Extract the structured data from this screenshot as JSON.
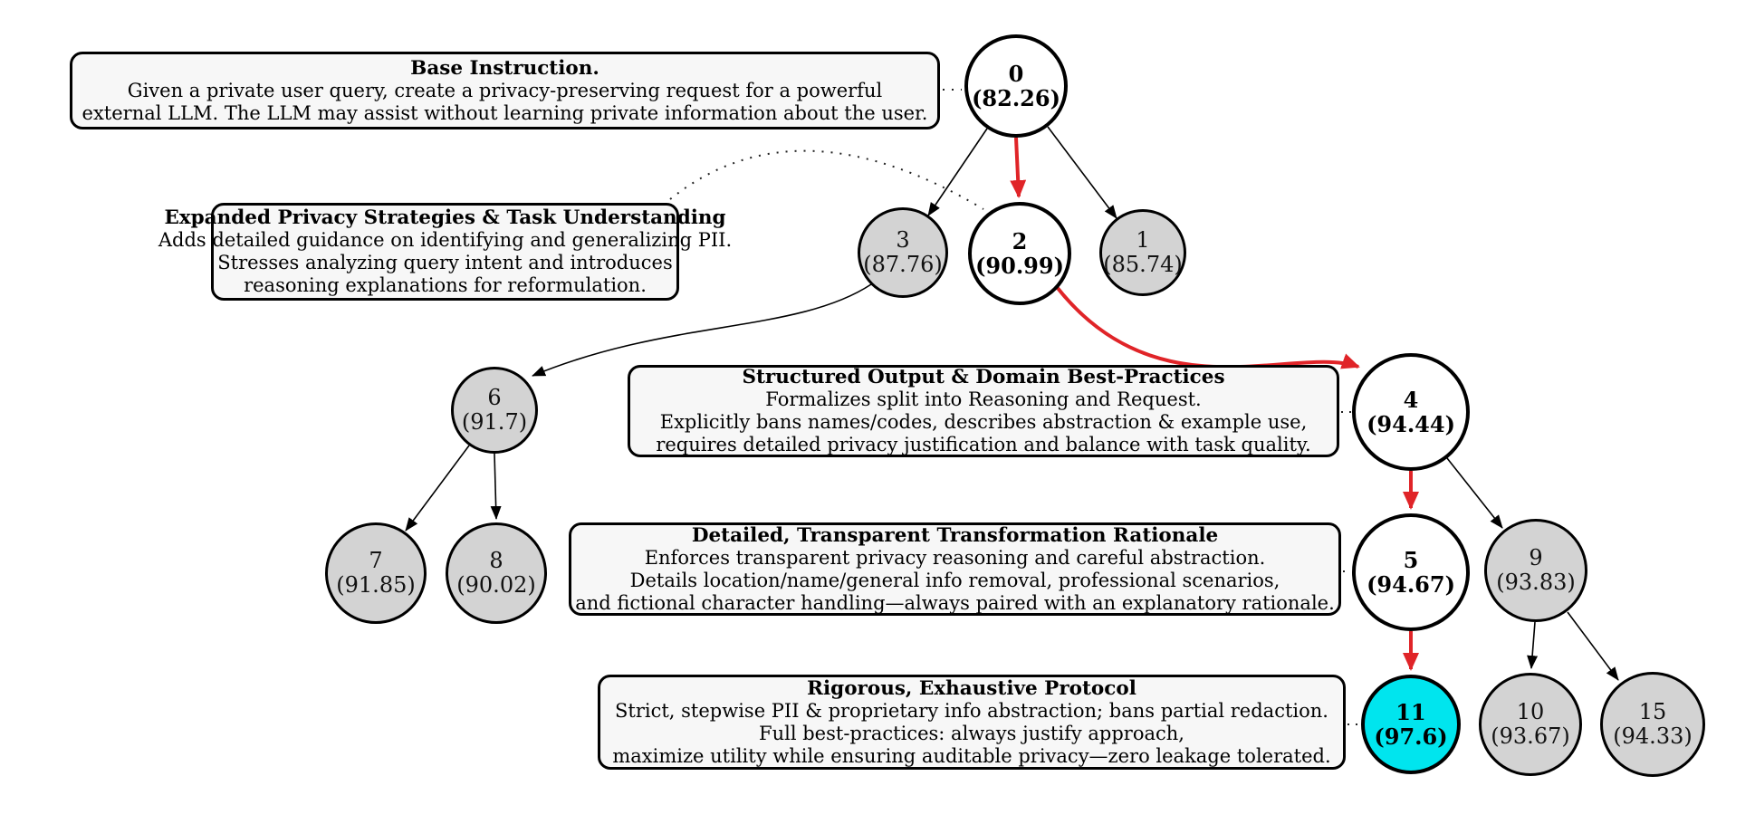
{
  "diagram_title": "prompt-optimization search tree",
  "colors": {
    "background": "#ffffff",
    "selected_path_red": "#e02428",
    "node_gray_fill": "#d3d3d3",
    "node_white_fill": "#ffffff",
    "best_node_cyan": "#00E5EE",
    "note_box_fill": "#f7f7f7",
    "border_black": "#000000"
  },
  "boxes": [
    {
      "title": "Base Instruction.",
      "lines": [
        "Given a private user query, create a privacy-preserving request for a powerful",
        "external LLM. The LLM may assist without learning private information about the user."
      ],
      "attached_node": "0"
    },
    {
      "title": "Expanded Privacy Strategies & Task Understanding",
      "lines": [
        "Adds detailed guidance on identifying and generalizing PII.",
        "Stresses analyzing query intent and introduces",
        "reasoning explanations for reformulation."
      ],
      "attached_node": "2"
    },
    {
      "title": "Structured Output & Domain Best-Practices",
      "lines": [
        "Formalizes split into Reasoning and Request.",
        "Explicitly bans names/codes, describes abstraction & example use,",
        "requires detailed privacy justification and balance with task quality."
      ],
      "attached_node": "4"
    },
    {
      "title": "Detailed, Transparent Transformation Rationale",
      "lines": [
        "Enforces transparent privacy reasoning and careful abstraction.",
        "Details location/name/general info removal, professional scenarios,",
        "and fictional character handling—always paired with an explanatory rationale."
      ],
      "attached_node": "5"
    },
    {
      "title": "Rigorous, Exhaustive Protocol",
      "lines": [
        "Strict, stepwise PII & proprietary info abstraction; bans partial redaction.",
        "Full best-practices: always justify approach,",
        "maximize utility while ensuring auditable privacy—zero leakage tolerated."
      ],
      "attached_node": "11"
    }
  ],
  "nodes": {
    "n0": {
      "id": "0",
      "score": "(82.26)",
      "variant": "path"
    },
    "n1": {
      "id": "1",
      "score": "(85.74)",
      "variant": "gray"
    },
    "n2": {
      "id": "2",
      "score": "(90.99)",
      "variant": "path"
    },
    "n3": {
      "id": "3",
      "score": "(87.76)",
      "variant": "gray"
    },
    "n4": {
      "id": "4",
      "score": "(94.44)",
      "variant": "path"
    },
    "n5": {
      "id": "5",
      "score": "(94.67)",
      "variant": "path"
    },
    "n6": {
      "id": "6",
      "score": "(91.7)",
      "variant": "gray"
    },
    "n7": {
      "id": "7",
      "score": "(91.85)",
      "variant": "gray"
    },
    "n8": {
      "id": "8",
      "score": "(90.02)",
      "variant": "gray"
    },
    "n9": {
      "id": "9",
      "score": "(93.83)",
      "variant": "gray"
    },
    "n10": {
      "id": "10",
      "score": "(93.67)",
      "variant": "gray"
    },
    "n11": {
      "id": "11",
      "score": "(97.6)",
      "variant": "best"
    },
    "n15": {
      "id": "15",
      "score": "(94.33)",
      "variant": "gray"
    }
  },
  "edges": [
    {
      "from": "0",
      "to": "3",
      "style": "normal"
    },
    {
      "from": "0",
      "to": "2",
      "style": "selected-red"
    },
    {
      "from": "0",
      "to": "1",
      "style": "normal"
    },
    {
      "from": "2",
      "to": "4",
      "style": "selected-red"
    },
    {
      "from": "3",
      "to": "6",
      "style": "normal"
    },
    {
      "from": "6",
      "to": "7",
      "style": "normal"
    },
    {
      "from": "6",
      "to": "8",
      "style": "normal"
    },
    {
      "from": "4",
      "to": "5",
      "style": "selected-red"
    },
    {
      "from": "4",
      "to": "9",
      "style": "normal"
    },
    {
      "from": "5",
      "to": "11",
      "style": "selected-red"
    },
    {
      "from": "9",
      "to": "10",
      "style": "normal"
    },
    {
      "from": "9",
      "to": "15",
      "style": "normal"
    }
  ],
  "best_path": [
    "0",
    "2",
    "4",
    "5",
    "11"
  ],
  "best_node": "11"
}
